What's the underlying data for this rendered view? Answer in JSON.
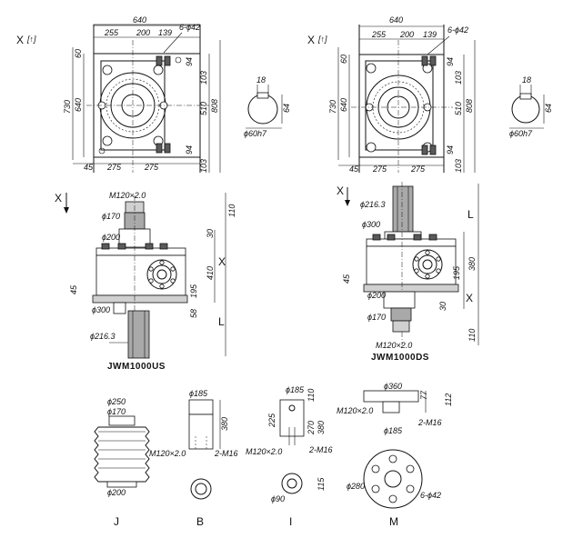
{
  "dims": {
    "w640": "640",
    "w255": "255",
    "w200": "200",
    "w139": "139",
    "holes": "6-ϕ42",
    "h730": "730",
    "h640": "640",
    "h60": "60",
    "h94": "94",
    "h103": "103",
    "h510": "510",
    "h808": "808",
    "w45": "45",
    "w275": "275",
    "key18": "18",
    "key64": "64",
    "shaft60": "ϕ60h7",
    "thread": "M120×2.0",
    "d170": "ϕ170",
    "d200": "ϕ200",
    "d300": "ϕ300",
    "d2163": "ϕ216.3",
    "h110": "110",
    "h30": "30",
    "x": "X",
    "h410": "410",
    "h195": "195",
    "h45": "45",
    "h58": "58",
    "l": "L",
    "h380": "380",
    "d250": "ϕ250",
    "d185": "ϕ185",
    "m16": "2-M16",
    "h225": "225",
    "h270": "270",
    "d90": "ϕ90",
    "h115": "115",
    "d360": "ϕ360",
    "h77": "77",
    "h112": "112",
    "d280": "ϕ280"
  },
  "view_labels": {
    "x_view_left": "X",
    "x_view_right": "X",
    "x_arrow_left": "X",
    "x_arrow_right": "X"
  },
  "models": {
    "left": "JWM1000US",
    "right": "JWM1000DS"
  },
  "accessories": {
    "j": "J",
    "b": "B",
    "i": "I",
    "m": "M"
  }
}
